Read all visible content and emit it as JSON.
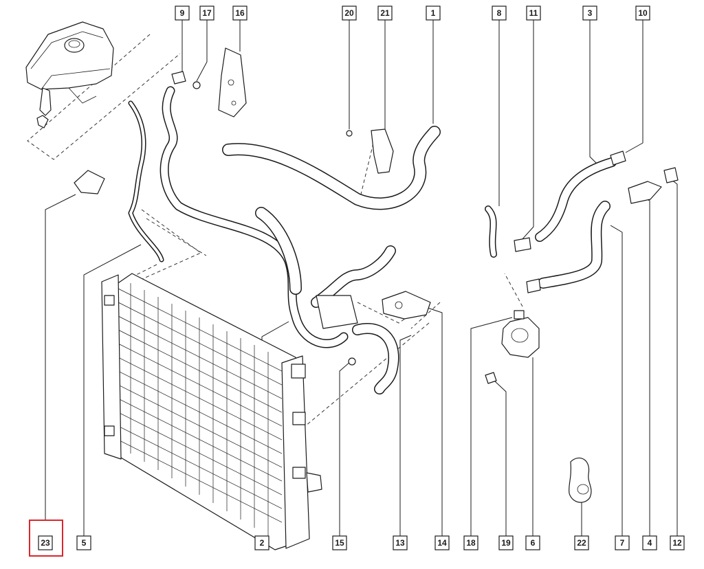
{
  "diagram": {
    "accent_color": "#d9262c",
    "highlighted_label": "23",
    "labels": [
      {
        "id": "9",
        "text": "9"
      },
      {
        "id": "17",
        "text": "17"
      },
      {
        "id": "16",
        "text": "16"
      },
      {
        "id": "20",
        "text": "20"
      },
      {
        "id": "21",
        "text": "21"
      },
      {
        "id": "1",
        "text": "1"
      },
      {
        "id": "8",
        "text": "8"
      },
      {
        "id": "11",
        "text": "11"
      },
      {
        "id": "3",
        "text": "3"
      },
      {
        "id": "10",
        "text": "10"
      },
      {
        "id": "23",
        "text": "23"
      },
      {
        "id": "5",
        "text": "5"
      },
      {
        "id": "2",
        "text": "2"
      },
      {
        "id": "15",
        "text": "15"
      },
      {
        "id": "13",
        "text": "13"
      },
      {
        "id": "14",
        "text": "14"
      },
      {
        "id": "18",
        "text": "18"
      },
      {
        "id": "19",
        "text": "19"
      },
      {
        "id": "6",
        "text": "6"
      },
      {
        "id": "22",
        "text": "22"
      },
      {
        "id": "7",
        "text": "7"
      },
      {
        "id": "4",
        "text": "4"
      },
      {
        "id": "12",
        "text": "12"
      }
    ]
  }
}
